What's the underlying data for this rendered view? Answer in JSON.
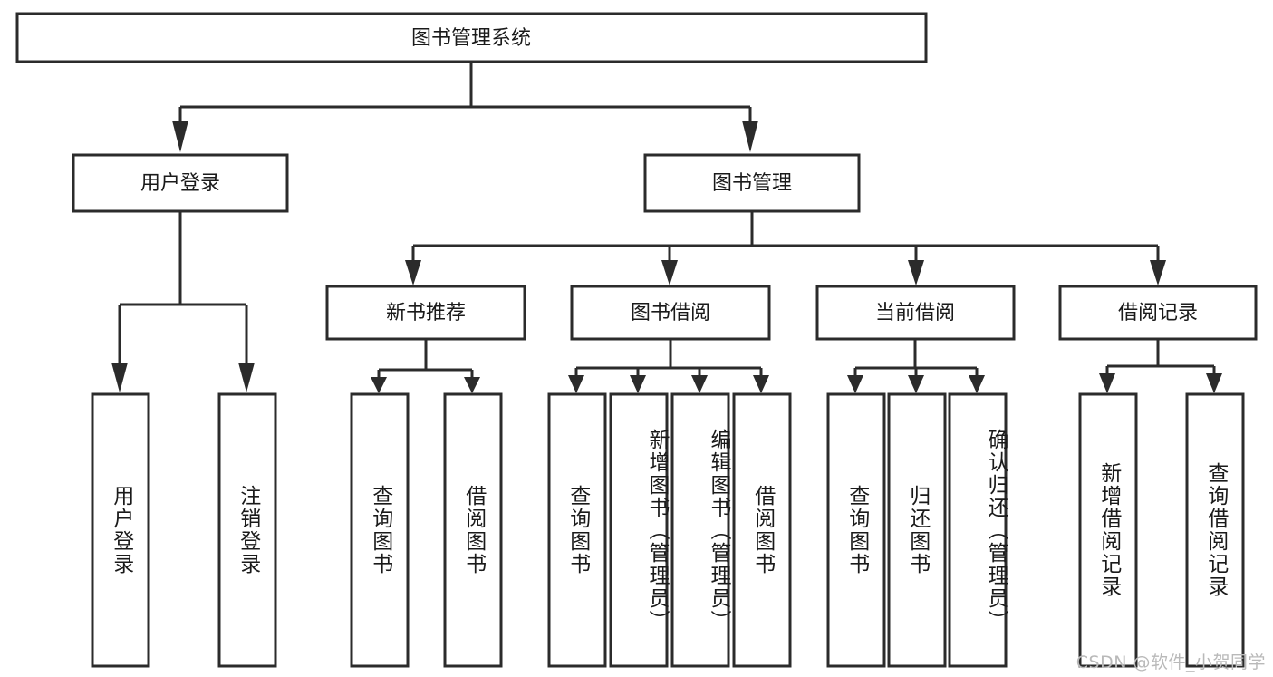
{
  "diagram": {
    "type": "tree-hierarchy",
    "title": "图书管理系统",
    "watermark": "CSDN @软件_小贺同学",
    "colors": {
      "stroke": "#2b2b2b",
      "fill": "#ffffff",
      "text": "#1a1a1a",
      "watermark": "#b9b9b9"
    },
    "root": {
      "label": "图书管理系统"
    },
    "level2": [
      {
        "label": "用户登录"
      },
      {
        "label": "图书管理"
      }
    ],
    "level3": [
      {
        "label": "新书推荐"
      },
      {
        "label": "图书借阅"
      },
      {
        "label": "当前借阅"
      },
      {
        "label": "借阅记录"
      }
    ],
    "leaves": {
      "user_login": [
        {
          "label": "用户登录"
        },
        {
          "label": "注销登录"
        }
      ],
      "new_book_recommend": [
        {
          "label": "查询图书"
        },
        {
          "label": "借阅图书"
        }
      ],
      "book_borrow": [
        {
          "label": "查询图书"
        },
        {
          "label": "新增图书（管理员）"
        },
        {
          "label": "编辑图书（管理员）"
        },
        {
          "label": "借阅图书"
        }
      ],
      "current_borrow": [
        {
          "label": "查询图书"
        },
        {
          "label": "归还图书"
        },
        {
          "label": "确认归还（管理员）"
        }
      ],
      "borrow_record": [
        {
          "label": "新增借阅记录"
        },
        {
          "label": "查询借阅记录"
        }
      ]
    }
  }
}
